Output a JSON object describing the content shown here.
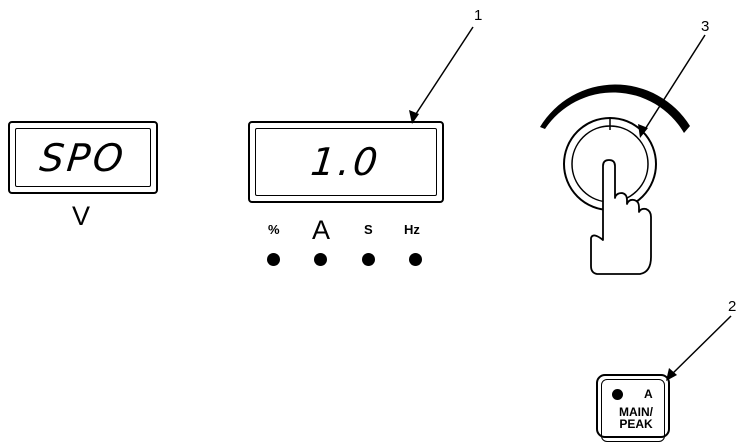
{
  "left_display": {
    "readout": "SPO",
    "unit": "V"
  },
  "right_display": {
    "readout": "1.0",
    "units": [
      "%",
      "A",
      "S",
      "Hz"
    ]
  },
  "callouts": {
    "c1": "1",
    "c2": "2",
    "c3": "3"
  },
  "main_peak_button": {
    "led_label": "A",
    "line1": "MAIN/",
    "line2": "PEAK"
  },
  "icons": [
    "knob-icon",
    "finger-press-icon",
    "indicator-led-icon"
  ],
  "colors": {
    "ink": "#000000",
    "background": "#ffffff"
  }
}
